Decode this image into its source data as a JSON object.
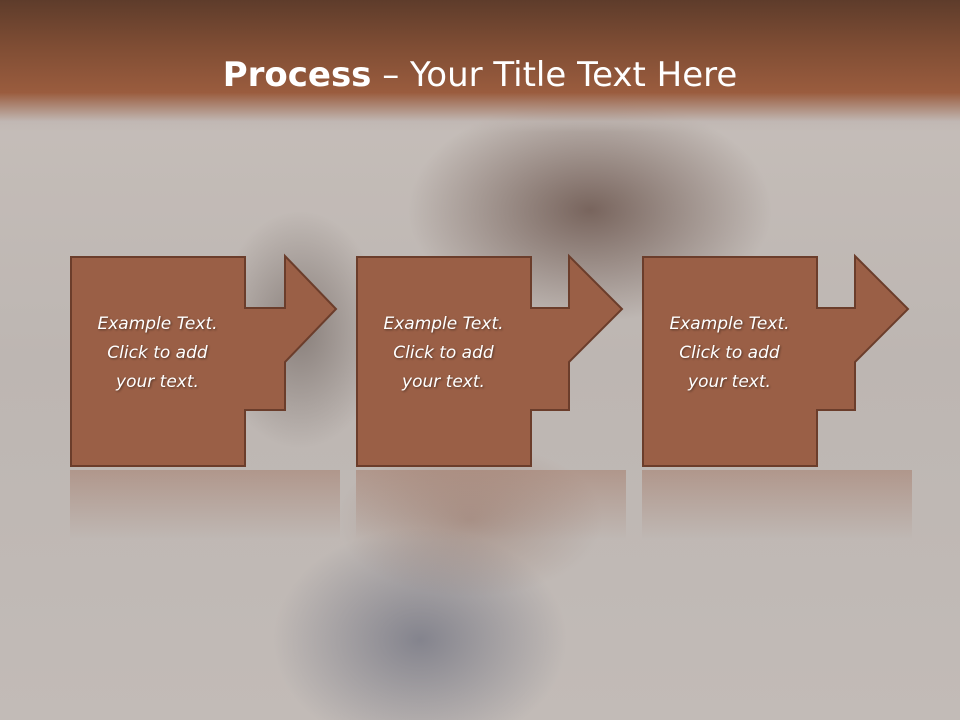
{
  "slide": {
    "title_bold": "Process",
    "title_rest": " – Your Title Text Here"
  },
  "steps": [
    {
      "line1": "Example Text.",
      "line2": "Click  to add",
      "line3": "your text."
    },
    {
      "line1": "Example Text.",
      "line2": "Click  to add",
      "line3": "your text."
    },
    {
      "line1": "Example Text.",
      "line2": "Click  to add",
      "line3": "your text."
    }
  ],
  "colors": {
    "banner": "#8a5339",
    "box_fill": "#9a5f46",
    "box_stroke": "#6b3d2b",
    "text": "#ffffff"
  }
}
